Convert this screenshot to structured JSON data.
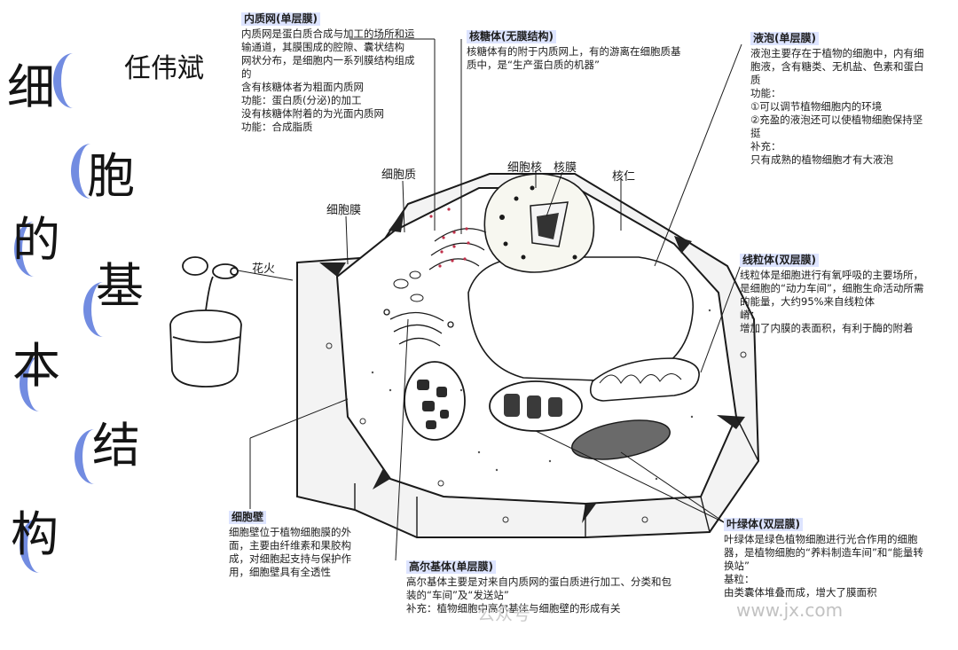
{
  "title_chars": [
    "细",
    "胞",
    "的",
    "基",
    "本",
    "结",
    "构"
  ],
  "author": "任伟斌",
  "notes": {
    "er": {
      "heading": "内质网(单层膜)",
      "body": "内质网是蛋白质合成与加工的场所和运输通道，其膜围成的腔隙、囊状结构\n网状分布，是细胞内一系列膜结构组成的\n含有核糖体者为粗面内质网\n功能：蛋白质(分泌)的加工\n没有核糖体附着的为光面内质网\n功能：合成脂质"
    },
    "ribosome": {
      "heading": "核糖体(无膜结构)",
      "body": "核糖体有的附于内质网上，有的游离在细胞质基质中，是“生产蛋白质的机器”"
    },
    "vacuole": {
      "heading": "液泡(单层膜)",
      "body": "液泡主要存在于植物的细胞中，内有细胞液，含有糖类、无机盐、色素和蛋白质\n功能：\n①可以调节植物细胞内的环境\n②充盈的液泡还可以使植物细胞保持坚挺\n补充：\n只有成熟的植物细胞才有大液泡"
    },
    "mitochondria": {
      "heading": "线粒体(双层膜)",
      "body": "线粒体是细胞进行有氧呼吸的主要场所，是细胞的“动力车间”，细胞生命活动所需的能量，大约95%来自线粒体\n嵴：\n增加了内膜的表面积，有利于酶的附着"
    },
    "wall": {
      "heading": "细胞壁",
      "body": "细胞壁位于植物细胞膜的外面，主要由纤维素和果胶构成，对细胞起支持与保护作用，细胞壁具有全透性"
    },
    "golgi": {
      "heading": "高尔基体(单层膜)",
      "body": "高尔基体主要是对来自内质网的蛋白质进行加工、分类和包装的“车间”及“发送站”\n补充：植物细胞中高尔基体与细胞壁的形成有关"
    },
    "chloroplast": {
      "heading": "叶绿体(双层膜)",
      "body": "叶绿体是绿色植物细胞进行光合作用的细胞器，是植物细胞的“养料制造车间”和“能量转换站”\n基粒：\n由类囊体堆叠而成，增大了膜面积"
    }
  },
  "labels": {
    "membrane": "细胞膜",
    "cytoplasm": "细胞质",
    "nucleolus_hole": "细胞核",
    "nuclear_membrane": "核膜",
    "nucleolus": "核仁",
    "pot_label": "花火"
  },
  "watermarks": {
    "left": "公众号",
    "right": "www.jx.com"
  },
  "colors": {
    "ink": "#1a1a1a",
    "highlight": "#4466d8",
    "heading_bg": "#dde4ff",
    "chloroplast_fill": "#6a6a6a",
    "rough_er_dots": "#c0304a"
  }
}
